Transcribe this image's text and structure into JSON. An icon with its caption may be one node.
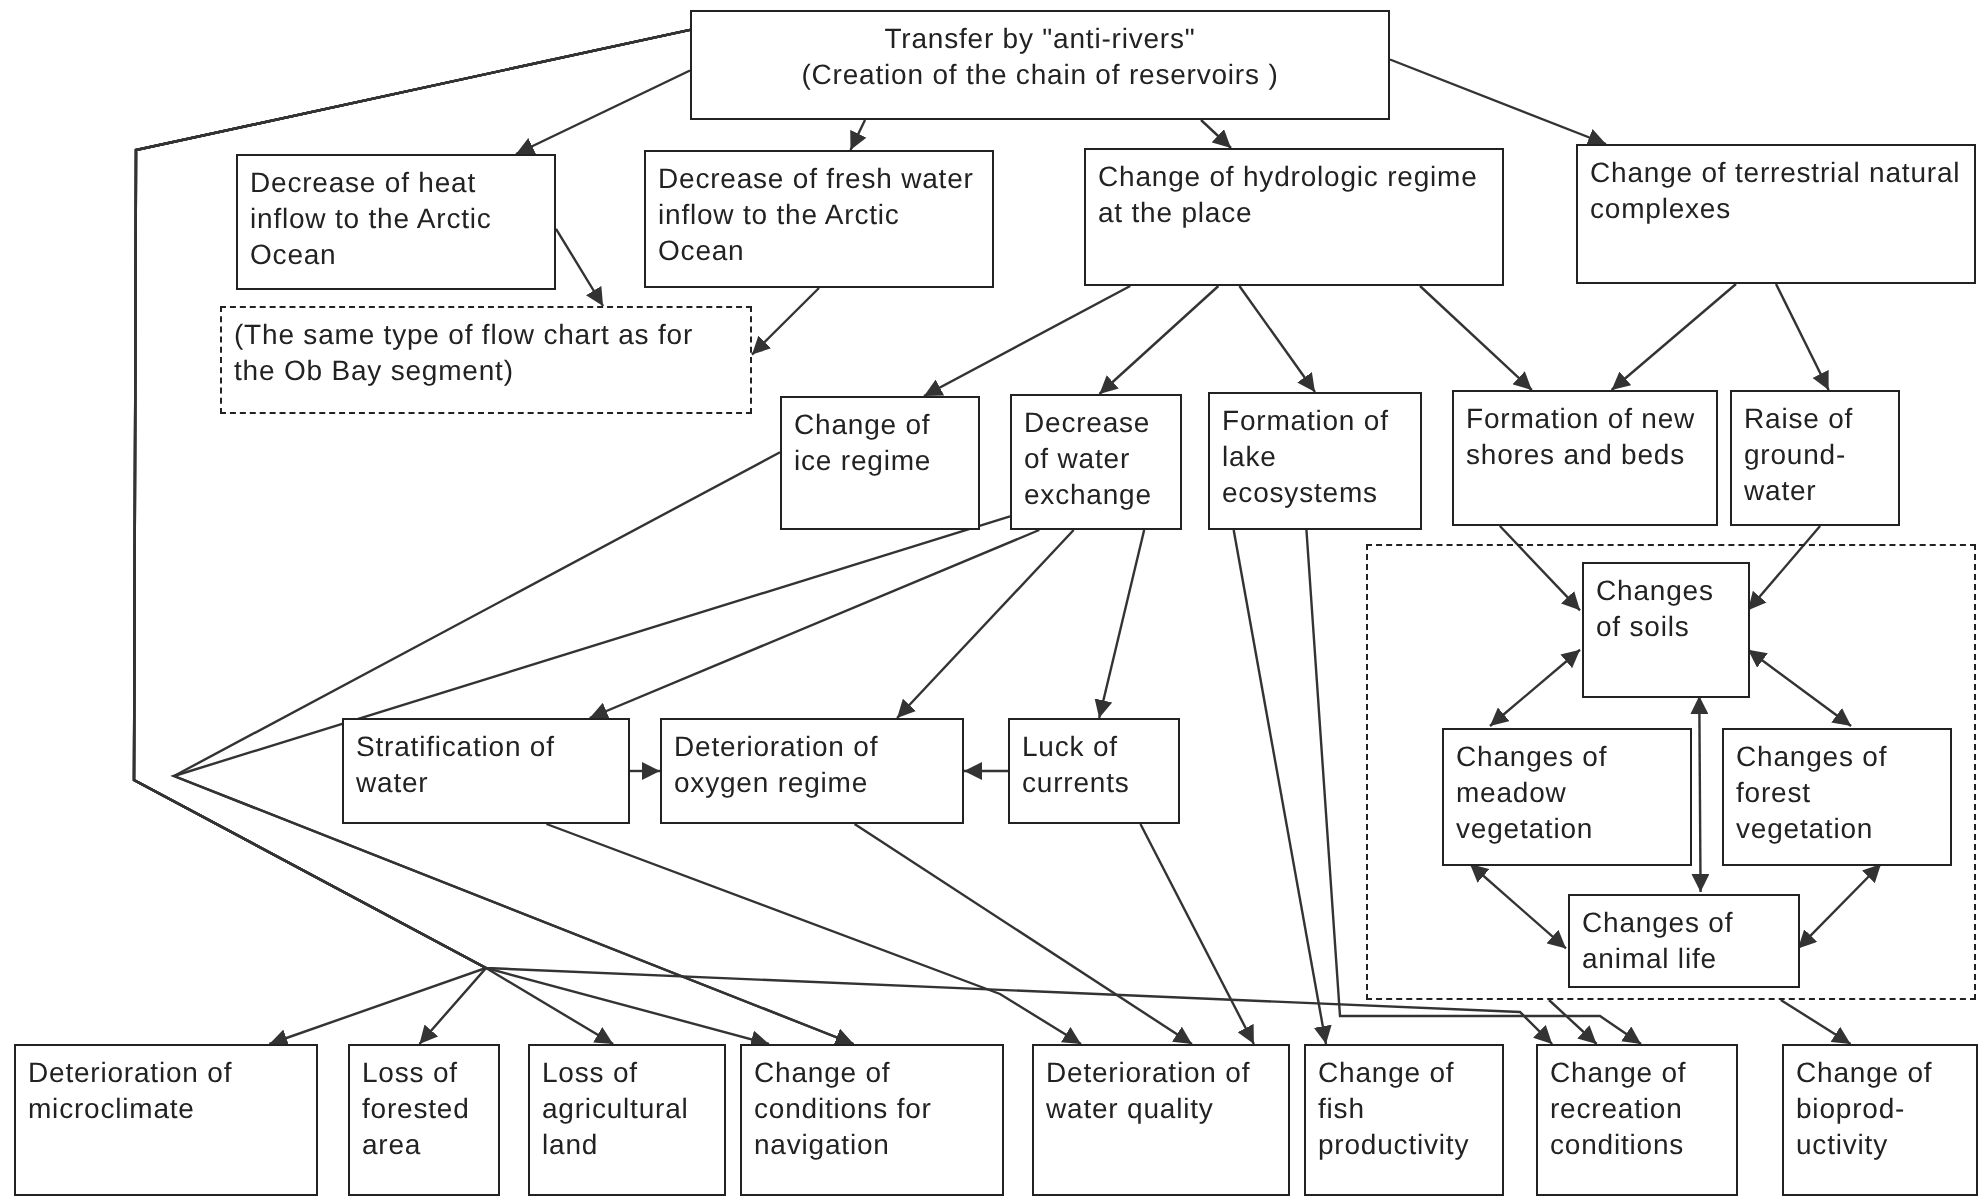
{
  "diagram": {
    "nodes": [
      {
        "text": [
          "Transfer by \"anti-rivers\"",
          "(Creation of the chain of reservoirs )"
        ]
      },
      {
        "text": [
          "Decrease of heat inflow to the Arctic Ocean"
        ]
      },
      {
        "text": [
          "Decrease of fresh water inflow to the Arctic Ocean"
        ]
      },
      {
        "text": [
          "Change of hydrologic regime at the place"
        ]
      },
      {
        "text": [
          "Change of terrestrial natural complexes"
        ]
      },
      {
        "text": [
          "(The same type of flow chart as for the Ob Bay segment)"
        ]
      },
      {
        "text": [
          "Change of ice regime"
        ]
      },
      {
        "text": [
          "Decrease of water exchange"
        ]
      },
      {
        "text": [
          "Formation of lake ecosystems"
        ]
      },
      {
        "text": [
          "Formation of new shores and beds"
        ]
      },
      {
        "text": [
          "Raise of ground-water"
        ]
      },
      {
        "text": [],
        "shape": "box"
      },
      {
        "text": [
          "Changes of soils"
        ],
        "in": 11
      },
      {
        "text": [
          "Changes of meadow vegetation"
        ],
        "in": 11
      },
      {
        "text": [
          "Changes of forest vegetation"
        ],
        "in": 11
      },
      {
        "text": [
          "Changes of animal life"
        ],
        "in": 11
      },
      {
        "text": [
          "Stratification of water"
        ]
      },
      {
        "text": [
          "Deterioration of oxygen regime"
        ]
      },
      {
        "text": [
          "Luck of currents"
        ]
      },
      {
        "text": [
          "Deterioration of microclimate"
        ]
      },
      {
        "text": [
          "Loss of forested area"
        ]
      },
      {
        "text": [
          "Loss of agricultural land"
        ]
      },
      {
        "text": [
          "Change of conditions for navigation"
        ]
      },
      {
        "text": [
          "Deterioration of water quality"
        ]
      },
      {
        "text": [
          "Change of fish productivity"
        ]
      },
      {
        "text": [
          "Change of recreation conditions"
        ]
      },
      {
        "text": [
          "Change of bioprod-uctivity"
        ]
      }
    ],
    "edges": [
      {
        "from": 0,
        "to": 1,
        "arrow": "to"
      },
      {
        "from": 0,
        "to": 2,
        "arrow": "to"
      },
      {
        "from": 0,
        "to": 3,
        "arrow": "to"
      },
      {
        "from": 0,
        "to": 4,
        "arrow": "to"
      },
      {
        "from": 1,
        "to": 5,
        "arrow": "to"
      },
      {
        "from": 2,
        "to": 5,
        "arrow": "to"
      },
      {
        "from": 3,
        "to": 6,
        "arrow": "to"
      },
      {
        "from": 3,
        "to": 7,
        "arrow": "to"
      },
      {
        "from": 3,
        "to": 8,
        "arrow": "to"
      },
      {
        "from": 3,
        "to": 9,
        "arrow": "to"
      },
      {
        "from": 4,
        "to": 9,
        "arrow": "to"
      },
      {
        "from": 4,
        "to": 10,
        "arrow": "to"
      },
      {
        "from": 7,
        "to": 16,
        "arrow": "to"
      },
      {
        "from": 7,
        "to": 17,
        "arrow": "to"
      },
      {
        "from": 7,
        "to": 18,
        "arrow": "to"
      },
      {
        "from": 16,
        "to": 17,
        "arrow": "to"
      },
      {
        "from": 18,
        "to": 17,
        "arrow": "to"
      },
      {
        "from": 9,
        "to": 12,
        "arrow": "to"
      },
      {
        "from": 10,
        "to": 12,
        "arrow": "to"
      },
      {
        "from": 12,
        "to": 13,
        "arrow": "both"
      },
      {
        "from": 12,
        "to": 14,
        "arrow": "both"
      },
      {
        "from": 12,
        "to": 15,
        "arrow": "both"
      },
      {
        "from": 13,
        "to": 15,
        "arrow": "both"
      },
      {
        "from": 14,
        "to": 15,
        "arrow": "both"
      },
      {
        "from": 0,
        "to": 19,
        "arrow": "to"
      },
      {
        "from": 0,
        "to": 20,
        "arrow": "to"
      },
      {
        "from": 0,
        "to": 21,
        "arrow": "to"
      },
      {
        "from": 0,
        "to": 22,
        "arrow": "to"
      },
      {
        "from": 0,
        "to": 25,
        "arrow": "to"
      },
      {
        "from": 6,
        "to": 22,
        "arrow": "to"
      },
      {
        "from": 7,
        "to": 22,
        "arrow": "to"
      },
      {
        "from": 16,
        "to": 23,
        "arrow": "to"
      },
      {
        "from": 17,
        "to": 23,
        "arrow": "to"
      },
      {
        "from": 18,
        "to": 23,
        "arrow": "to"
      },
      {
        "from": 8,
        "to": 24,
        "arrow": "to"
      },
      {
        "from": 8,
        "to": 25,
        "arrow": "to"
      },
      {
        "from": 11,
        "to": 25,
        "arrow": "to"
      },
      {
        "from": 11,
        "to": 26,
        "arrow": "to"
      }
    ]
  }
}
